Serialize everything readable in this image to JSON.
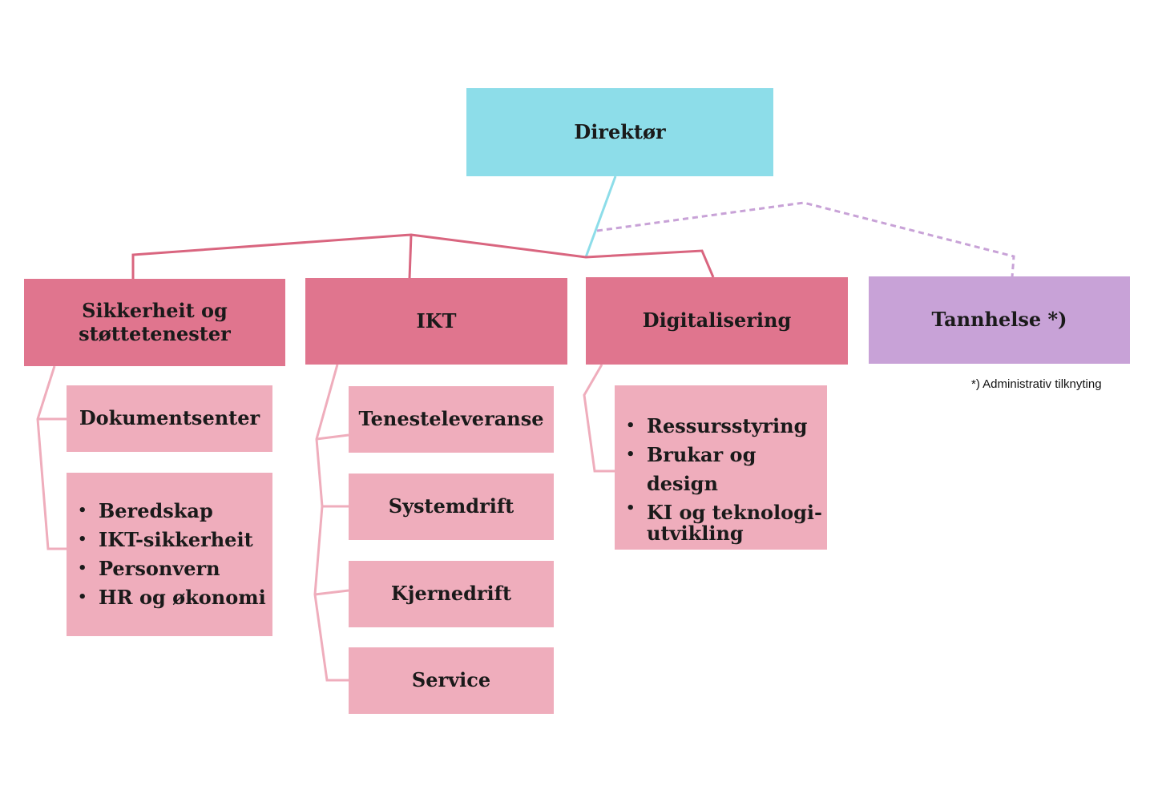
{
  "chart": {
    "director": "Direktør",
    "departments": [
      {
        "id": "sikkerheit",
        "line1": "Sikkerheit og",
        "line2": "støttetenester"
      },
      {
        "id": "ikt",
        "label": "IKT"
      },
      {
        "id": "digitalisering",
        "label": "Digitalisering"
      },
      {
        "id": "tannhelse",
        "label": "Tannhelse *)"
      }
    ],
    "sikkerheit_units": {
      "dokumentsenter": "Dokumentsenter",
      "bullets": [
        "Beredskap",
        "IKT-sikkerheit",
        "Personvern",
        "HR og økonomi"
      ]
    },
    "ikt_units": [
      "Tenesteleveranse",
      "Systemdrift",
      "Kjernedrift",
      "Service"
    ],
    "digitalisering_units": {
      "bullets": [
        "Ressursstyring",
        "Brukar og design",
        "KI og teknologi-"
      ],
      "bullet3_cont": "utvikling"
    },
    "footnote": "*) Administrativ tilknyting"
  },
  "colors": {
    "director": "#8ddde9",
    "department": "#e0758e",
    "department_admin": "#c8a2d7",
    "unit": "#efadbc",
    "line_main": "#d9657f",
    "line_sub": "#efadbc",
    "line_director": "#8ddde9",
    "line_dashed": "#c8a2d7"
  }
}
